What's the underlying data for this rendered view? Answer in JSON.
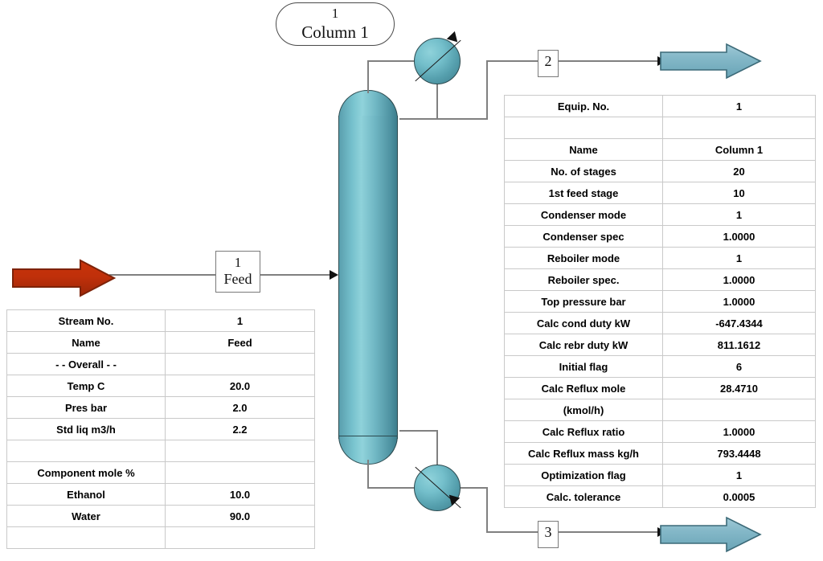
{
  "diagram": {
    "title": "Distillation column process flow diagram",
    "column_label": {
      "number": "1",
      "name": "Column 1"
    },
    "equipment": {
      "condenser_name": "condenser",
      "reboiler_name": "reboiler",
      "column_name": "distillation-column"
    },
    "streams": {
      "feed_tag_number": "1",
      "feed_tag_name": "Feed",
      "top_product_tag": "2",
      "bottom_product_tag": "3"
    },
    "colors": {
      "feed_arrow": "#c0300a",
      "feed_arrow_outline": "#7d2208",
      "product_arrow": "#7fb4c4",
      "product_arrow_outline": "#3c6a78",
      "vessel_teal": "#6fb6c3",
      "vessel_outline": "#2c4a4f",
      "pipe": "#808080",
      "table_border": "#c9c9c9"
    }
  },
  "stream_table": {
    "rows": [
      {
        "label": "Stream No.",
        "value": "1"
      },
      {
        "label": "Name",
        "value": "Feed"
      },
      {
        "label": "- - Overall - -",
        "value": ""
      },
      {
        "label": "Temp C",
        "value": "20.0"
      },
      {
        "label": "Pres bar",
        "value": "2.0"
      },
      {
        "label": "Std liq  m3/h",
        "value": "2.2"
      },
      {
        "label": "",
        "value": ""
      },
      {
        "label": "Component mole %",
        "value": ""
      },
      {
        "label": "Ethanol",
        "value": "10.0"
      },
      {
        "label": "Water",
        "value": "90.0"
      },
      {
        "label": "",
        "value": ""
      }
    ]
  },
  "equipment_table": {
    "rows": [
      {
        "label": "Equip. No.",
        "value": "1"
      },
      {
        "label": "",
        "value": ""
      },
      {
        "label": "Name",
        "value": "Column 1"
      },
      {
        "label": "No. of stages",
        "value": "20"
      },
      {
        "label": "1st feed stage",
        "value": "10"
      },
      {
        "label": "Condenser mode",
        "value": "1"
      },
      {
        "label": "Condenser spec",
        "value": "1.0000"
      },
      {
        "label": "Reboiler mode",
        "value": "1"
      },
      {
        "label": "Reboiler spec.",
        "value": "1.0000"
      },
      {
        "label": "Top pressure  bar",
        "value": "1.0000"
      },
      {
        "label": "Calc cond duty  kW",
        "value": "-647.4344"
      },
      {
        "label": "Calc rebr duty  kW",
        "value": "811.1612"
      },
      {
        "label": "Initial flag",
        "value": "6"
      },
      {
        "label": "Calc Reflux mole",
        "value": "28.4710"
      },
      {
        "label": "(kmol/h)",
        "value": ""
      },
      {
        "label": "Calc Reflux ratio",
        "value": "1.0000"
      },
      {
        "label": "Calc Reflux mass  kg/h",
        "value": "793.4448"
      },
      {
        "label": "Optimization flag",
        "value": "1"
      },
      {
        "label": "Calc. tolerance",
        "value": "0.0005"
      }
    ]
  }
}
